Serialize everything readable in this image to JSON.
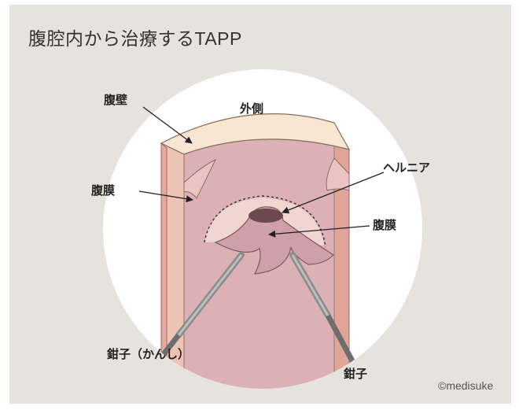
{
  "title": "腹腔内から治療するTAPP",
  "labels": {
    "abdominal_wall": "腹壁",
    "outside": "外側",
    "hernia": "ヘルニア",
    "peritoneum_left": "腹膜",
    "peritoneum_right": "腹膜",
    "forceps_left": "鉗子（かんし）",
    "forceps_right": "鉗子"
  },
  "copyright": "©medisuke",
  "colors": {
    "background": "#e6e2dd",
    "circle": "#ffffff",
    "wall_top": "#f6e4cf",
    "wall_side": "#e9bdb0",
    "peritoneum": "#d8aeb3",
    "forceps": "#8e8e8e"
  }
}
